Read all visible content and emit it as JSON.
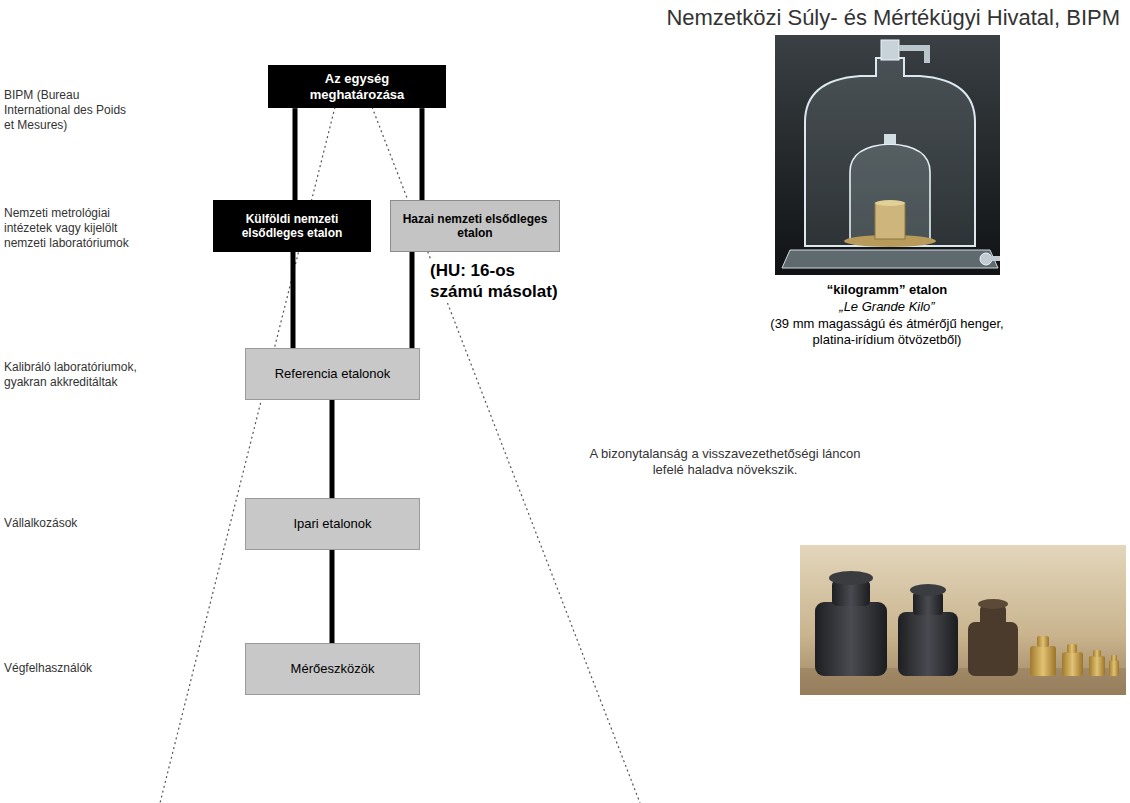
{
  "diagram": {
    "title": "Nemzetközi Súly- és Mértékügyi Hivatal, BIPM",
    "nodes": [
      {
        "text": [
          "Az egység meghatározása"
        ]
      },
      {
        "text": [
          "Külföldi nemzeti elsődleges etalon"
        ]
      },
      {
        "text": [
          "Hazai nemzeti elsődleges etalon"
        ]
      },
      {
        "text": [
          "Referencia etalonok"
        ]
      },
      {
        "text": [
          "Ipari etalonok"
        ]
      },
      {
        "text": [
          "Mérőeszközök"
        ]
      }
    ],
    "edges": [
      {
        "from": 0,
        "to": 1,
        "arrow": "none"
      },
      {
        "from": 0,
        "to": 2,
        "arrow": "none"
      },
      {
        "from": 1,
        "to": 3,
        "arrow": "none"
      },
      {
        "from": 2,
        "to": 3,
        "arrow": "none"
      },
      {
        "from": 3,
        "to": 4,
        "arrow": "none"
      },
      {
        "from": 4,
        "to": 5,
        "arrow": "none"
      }
    ],
    "labels": [
      "BIPM (Bureau International des Poids et Mesures)",
      "Nemzeti metrológiai intézetek vagy kijelölt nemzeti laboratóriumok",
      "Kalibráló laboratóriumok, gyakran akkreditáltak",
      "Vállalkozások",
      "Végfelhasználók",
      "(HU: 16-os számú másolat)",
      "“kilogramm” etalon",
      "„Le Grande Kilo”",
      "(39 mm magasságú és átmérőjű henger, platina-irídium ötvözetből)",
      "A bizonytalanság a visszavezethetőségi láncon lefelé haladva növekszik."
    ]
  }
}
